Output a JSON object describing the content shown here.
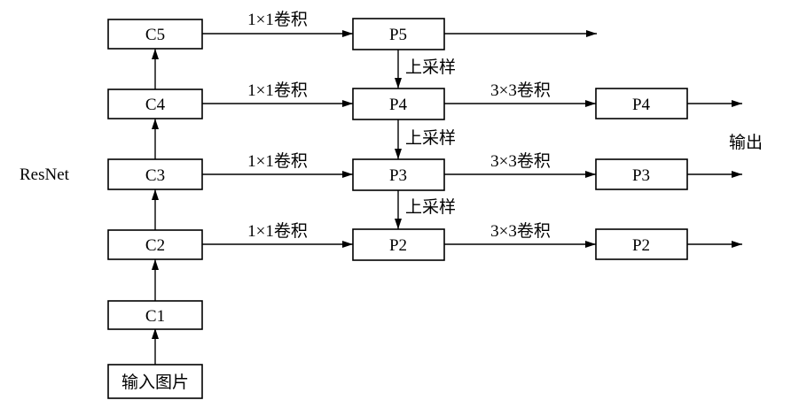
{
  "backbone": {
    "label": "ResNet",
    "input": "输入图片",
    "c1": "C1",
    "c2": "C2",
    "c3": "C3",
    "c4": "C4",
    "c5": "C5"
  },
  "pyramid": {
    "p5": "P5",
    "p4": "P4",
    "p3": "P3",
    "p2": "P2"
  },
  "outputs": {
    "p4": "P4",
    "p3": "P3",
    "p2": "P2",
    "label": "输出"
  },
  "edge_labels": {
    "lateral": "1×1卷积",
    "smooth": "3×3卷积",
    "upsample": "上采样"
  }
}
